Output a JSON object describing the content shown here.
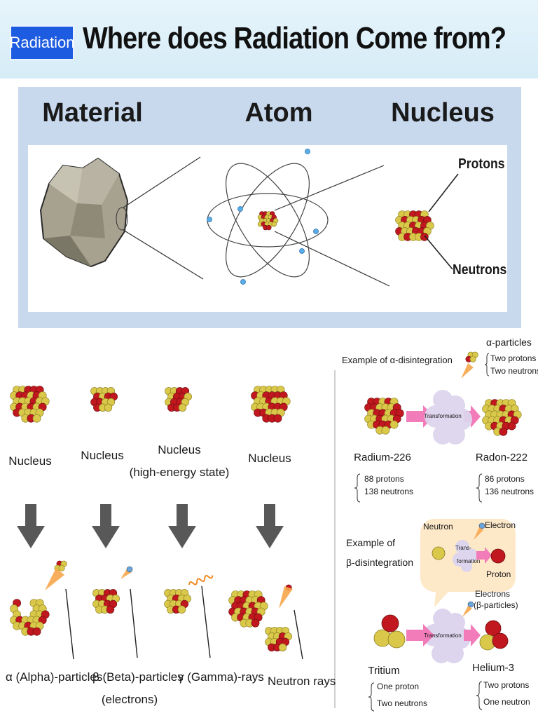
{
  "header": {
    "badge": "Radiation",
    "title": "Where does Radiation Come from?"
  },
  "top": {
    "material": "Material",
    "atom": "Atom",
    "nucleus": "Nucleus",
    "protons": "Protons",
    "neutrons": "Neutrons"
  },
  "left": {
    "nuclei": [
      {
        "label": "Nucleus"
      },
      {
        "label": "Nucleus"
      },
      {
        "label": "Nucleus",
        "label2": "(high-energy state)"
      },
      {
        "label": "Nucleus"
      }
    ],
    "rays": [
      {
        "line1": "α (Alpha)-particles"
      },
      {
        "line1": "β (Beta)-particles",
        "line2": "(electrons)"
      },
      {
        "line1": "γ (Gamma)-rays"
      },
      {
        "line1": "Neutron rays"
      }
    ]
  },
  "alpha": {
    "example": "Example of α-disintegration",
    "particles": "α-particles",
    "p_line1": "Two protons",
    "p_line2": "Two neutrons",
    "transformation": "Transformation",
    "parent": "Radium-226",
    "parent_l1": "88 protons",
    "parent_l2": "138 neutrons",
    "daughter": "Radon-222",
    "daughter_l1": "86 protons",
    "daughter_l2": "136 neutrons"
  },
  "beta": {
    "example_l1": "Example of",
    "example_l2": "β-disintegration",
    "neutron": "Neutron",
    "electron": "Electron",
    "trans_l1": "Trans-",
    "trans_l2": "formation",
    "proton": "Proton",
    "electrons_l1": "Electrons",
    "electrons_l2": "(β-particles)",
    "transformation": "Transformation",
    "parent": "Tritium",
    "parent_l1": "One proton",
    "parent_l2": "Two neutrons",
    "daughter": "Helium-3",
    "daughter_l1": "Two protons",
    "daughter_l2": "One neutron"
  },
  "colors": {
    "badge": "#1d5be0",
    "panel": "#c8d9ee",
    "proton": "#c0181e",
    "neutron": "#d9c84a",
    "arrow": "#585858",
    "pink_arrow": "#f27bb9",
    "electron": "#5aaee8"
  }
}
